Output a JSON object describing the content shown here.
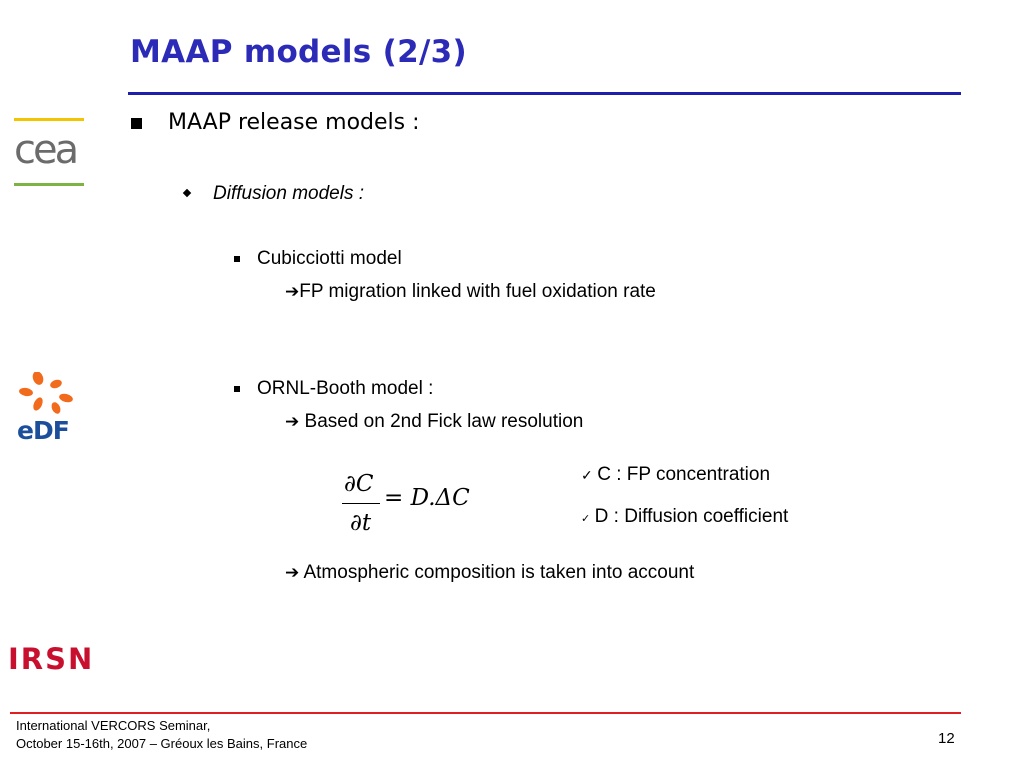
{
  "slide": {
    "title": "MAAP models (2/3)",
    "level1": "MAAP release models :",
    "level2": "Diffusion models :",
    "cubicciotti": {
      "label": "Cubicciotti model",
      "detail": "FP migration linked with fuel oxidation rate"
    },
    "ornl": {
      "label": "ORNL-Booth model :",
      "detail": "Based on 2nd Fick law resolution"
    },
    "equation": {
      "numerator": "∂C",
      "denominator": "∂t",
      "rhs": "= D.ΔC"
    },
    "definitions": [
      "C : FP concentration",
      "D : Diffusion coefficient"
    ],
    "atmospheric": "Atmospheric composition is taken into account",
    "arrow": "➔"
  },
  "logos": {
    "cea": "cea",
    "edf": "eDF",
    "irsn": "IRSN"
  },
  "footer": {
    "line1": "International VERCORS Seminar,",
    "line2": "October 15-16th, 2007 – Gréoux les Bains, France",
    "page_number": "12"
  },
  "colors": {
    "title": "#2b2bb8",
    "title_rule": "#1f1fae",
    "bottom_rule": "#e02020",
    "edf_blue": "#1b4f9c",
    "edf_orange": "#f26a1b",
    "irsn_red": "#c8102e",
    "cea_yellow": "#f2c500",
    "cea_green": "#7cb342"
  }
}
